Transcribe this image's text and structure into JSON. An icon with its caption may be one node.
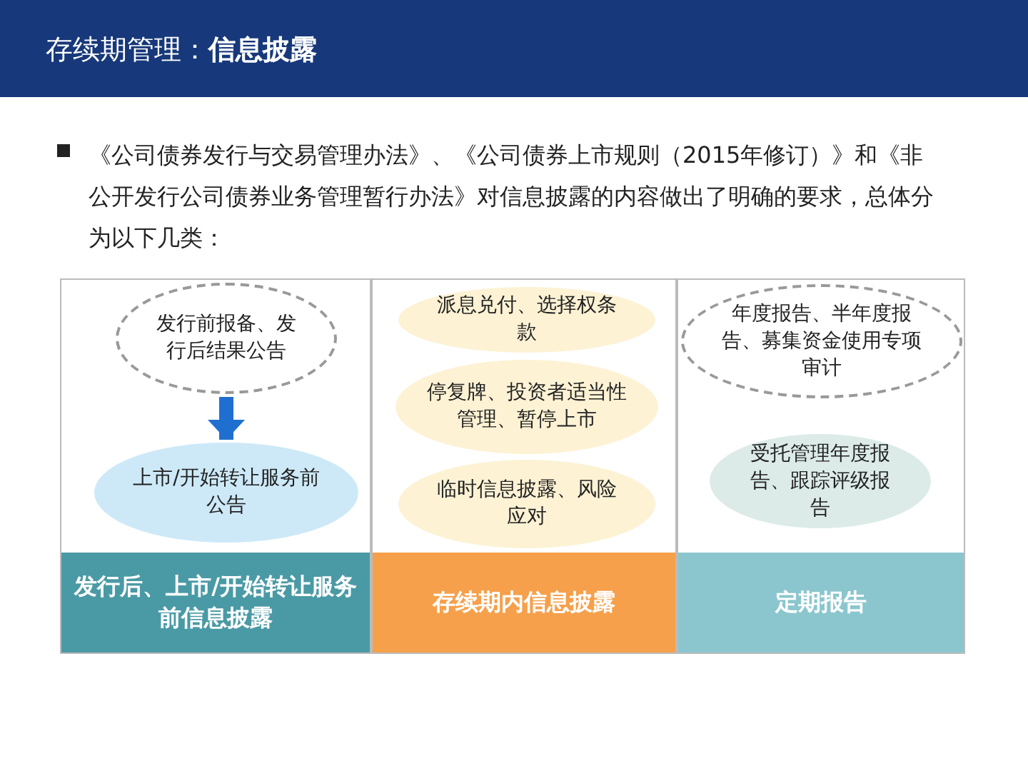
{
  "diagram": {
    "title": "存续期管理：**信息披露**",
    "nodes": [
      {
        "text": [
          "发行后、上市/开始转让服务前信息披露"
        ]
      },
      {
        "text": [
          "发行前报备、发行后结果公告"
        ],
        "in": 0
      },
      {
        "text": [
          "上市/开始转让服务前公告"
        ],
        "in": 0
      },
      {
        "text": [
          "存续期内信息披露"
        ]
      },
      {
        "text": [
          "派息兑付、选择权条款"
        ],
        "in": 3
      },
      {
        "text": [
          "停复牌、投资者适当性管理、暂停上市"
        ],
        "in": 3
      },
      {
        "text": [
          "临时信息披露、风险应对"
        ],
        "in": 3
      },
      {
        "text": [
          "定期报告"
        ]
      },
      {
        "text": [
          "年度报告、半年度报告、募集资金使用专项审计"
        ],
        "in": 7
      },
      {
        "text": [
          "受托管理年度报告、跟踪评级报告"
        ],
        "in": 7
      }
    ],
    "edges": [
      {
        "from": 1,
        "to": 2,
        "arrow": "to"
      }
    ],
    "labels": [
      "《公司债券发行与交易管理办法》、《公司债券上市规则（2015年修订）》和《非公开发行公司债券业务管理暂行办法》对信息披露的内容做出了明确的要求，总体分为以下几类："
    ]
  }
}
